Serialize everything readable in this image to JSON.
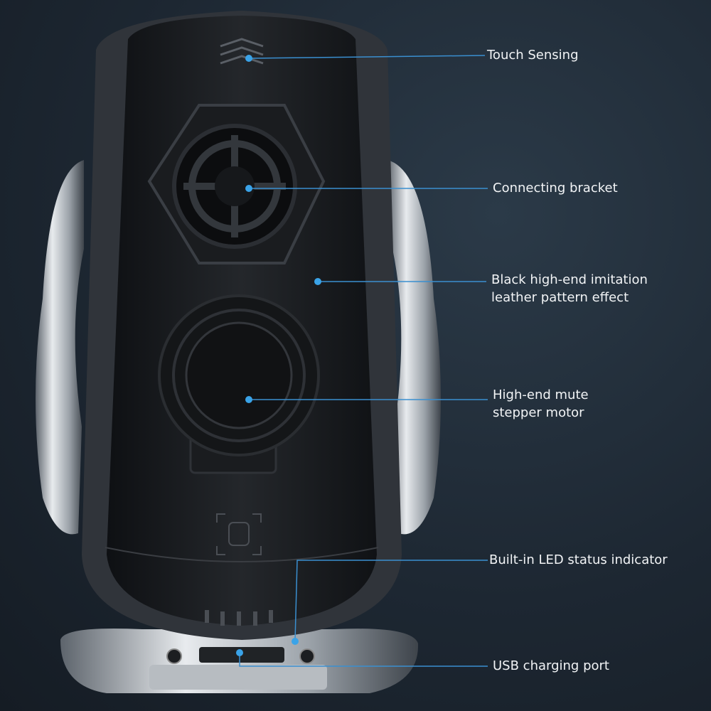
{
  "callouts": [
    {
      "id": "touch-sensing",
      "lines": [
        "Touch Sensing"
      ]
    },
    {
      "id": "connecting-bracket",
      "lines": [
        "Connecting bracket"
      ]
    },
    {
      "id": "leather",
      "lines": [
        "Black high-end imitation",
        "leather pattern effect"
      ]
    },
    {
      "id": "motor",
      "lines": [
        "High-end mute",
        "stepper motor"
      ]
    },
    {
      "id": "led",
      "lines": [
        "Built-in LED status indicator"
      ]
    },
    {
      "id": "usb",
      "lines": [
        "USB charging port"
      ]
    }
  ],
  "colors": {
    "background": "#1d2732",
    "callout_line": "#3a8fd0",
    "dot": "#3aa3e8",
    "text": "#f2f4f6"
  }
}
